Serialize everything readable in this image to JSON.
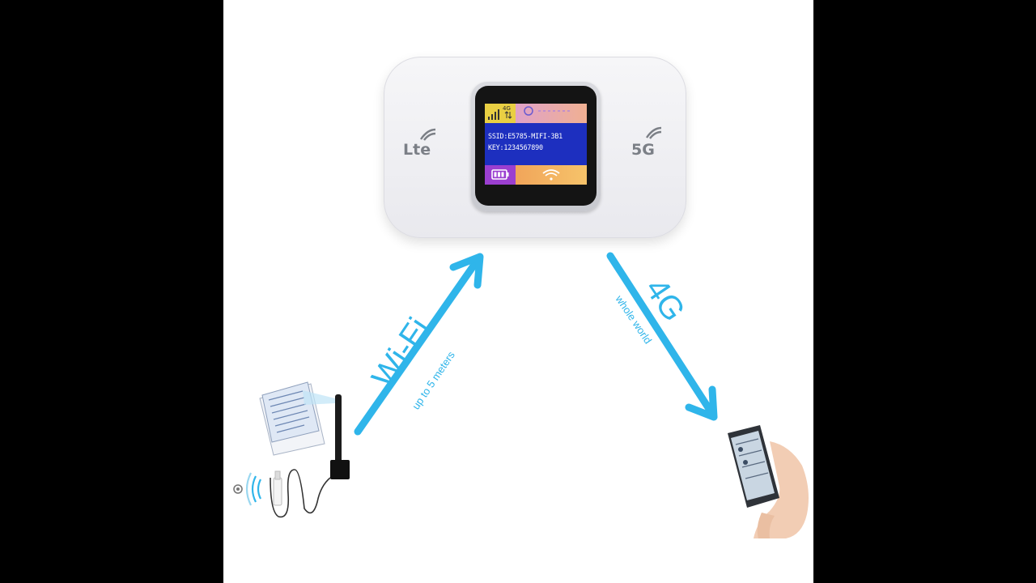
{
  "router": {
    "brand_left": "Lte",
    "brand_right": "5G",
    "screen": {
      "network_badge": "4G",
      "ssid_line": "SSID:E5785-MIFI-3B1",
      "key_line": "KEY:1234567890"
    }
  },
  "links": {
    "wifi": {
      "label": "Wi-Fi",
      "sublabel": "up to 5 meters"
    },
    "cellular": {
      "label": "4G",
      "sublabel": "whole world"
    }
  },
  "colors": {
    "arrow": "#2fb5ea",
    "screen_blue": "#1d2fbf",
    "background": "#ffffff"
  }
}
